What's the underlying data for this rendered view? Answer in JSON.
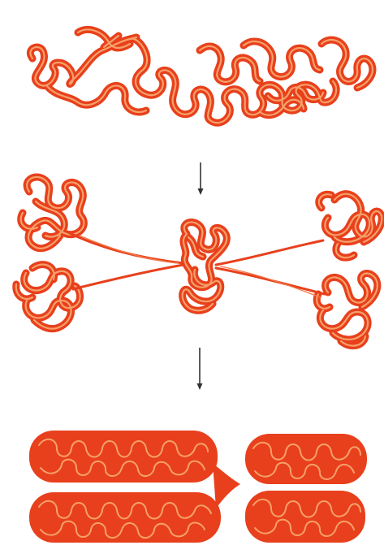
{
  "diagram": {
    "stages": [
      {
        "id": "extended-chromatin"
      },
      {
        "id": "condensing-chromosome"
      },
      {
        "id": "condensed-chromosome"
      }
    ],
    "arrows": [
      {
        "id": "arrow-1",
        "direction": "down"
      },
      {
        "id": "arrow-2",
        "direction": "down"
      }
    ],
    "colors": {
      "fiber": "#e8401c",
      "fiber_highlight": "#f6a06a",
      "arrow": "#333333",
      "background": "#ffffff"
    }
  }
}
